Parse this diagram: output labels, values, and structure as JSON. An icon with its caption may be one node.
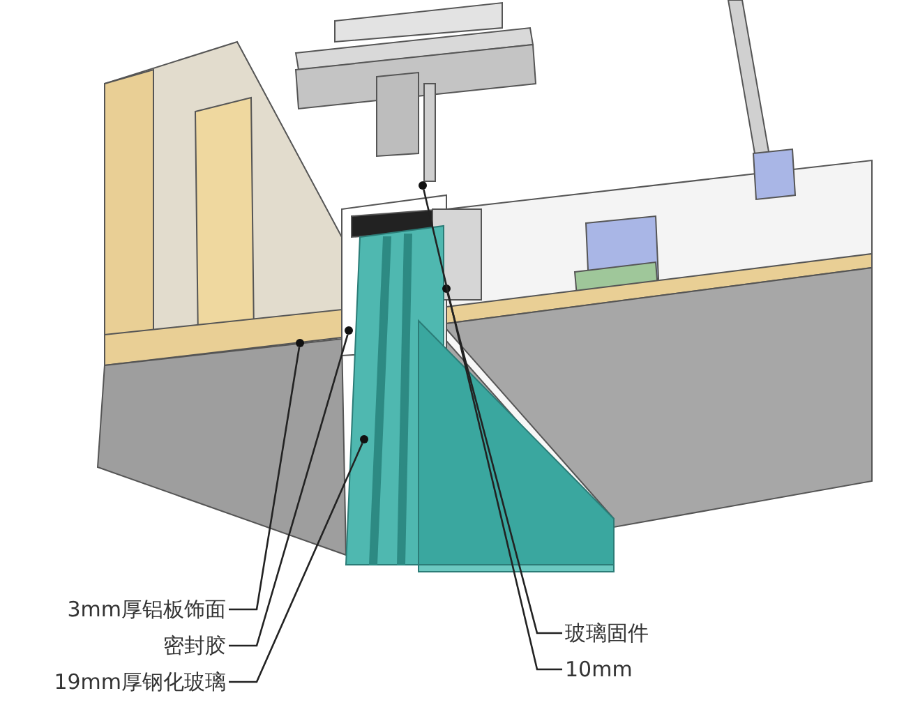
{
  "diagram": {
    "nodes": [
      {
        "text": [
          "3mm厚铝板饰面"
        ]
      },
      {
        "text": [
          "密封胶"
        ]
      },
      {
        "text": [
          "19mm厚钢化玻璃"
        ]
      },
      {
        "text": [
          "玻璃固件"
        ]
      },
      {
        "text": [
          "10mm"
        ]
      },
      {
        "text": [],
        "shape": "circle"
      },
      {
        "text": [],
        "shape": "circle"
      },
      {
        "text": [],
        "shape": "circle"
      },
      {
        "text": [],
        "shape": "circle"
      },
      {
        "text": [],
        "shape": "circle"
      }
    ],
    "edges": [
      {
        "from": 0,
        "to": 5,
        "arrow": "none"
      },
      {
        "from": 1,
        "to": 6,
        "arrow": "none"
      },
      {
        "from": 2,
        "to": 7,
        "arrow": "none"
      },
      {
        "from": 3,
        "to": 9,
        "arrow": "none"
      },
      {
        "from": 4,
        "to": 8,
        "arrow": "none"
      }
    ]
  }
}
